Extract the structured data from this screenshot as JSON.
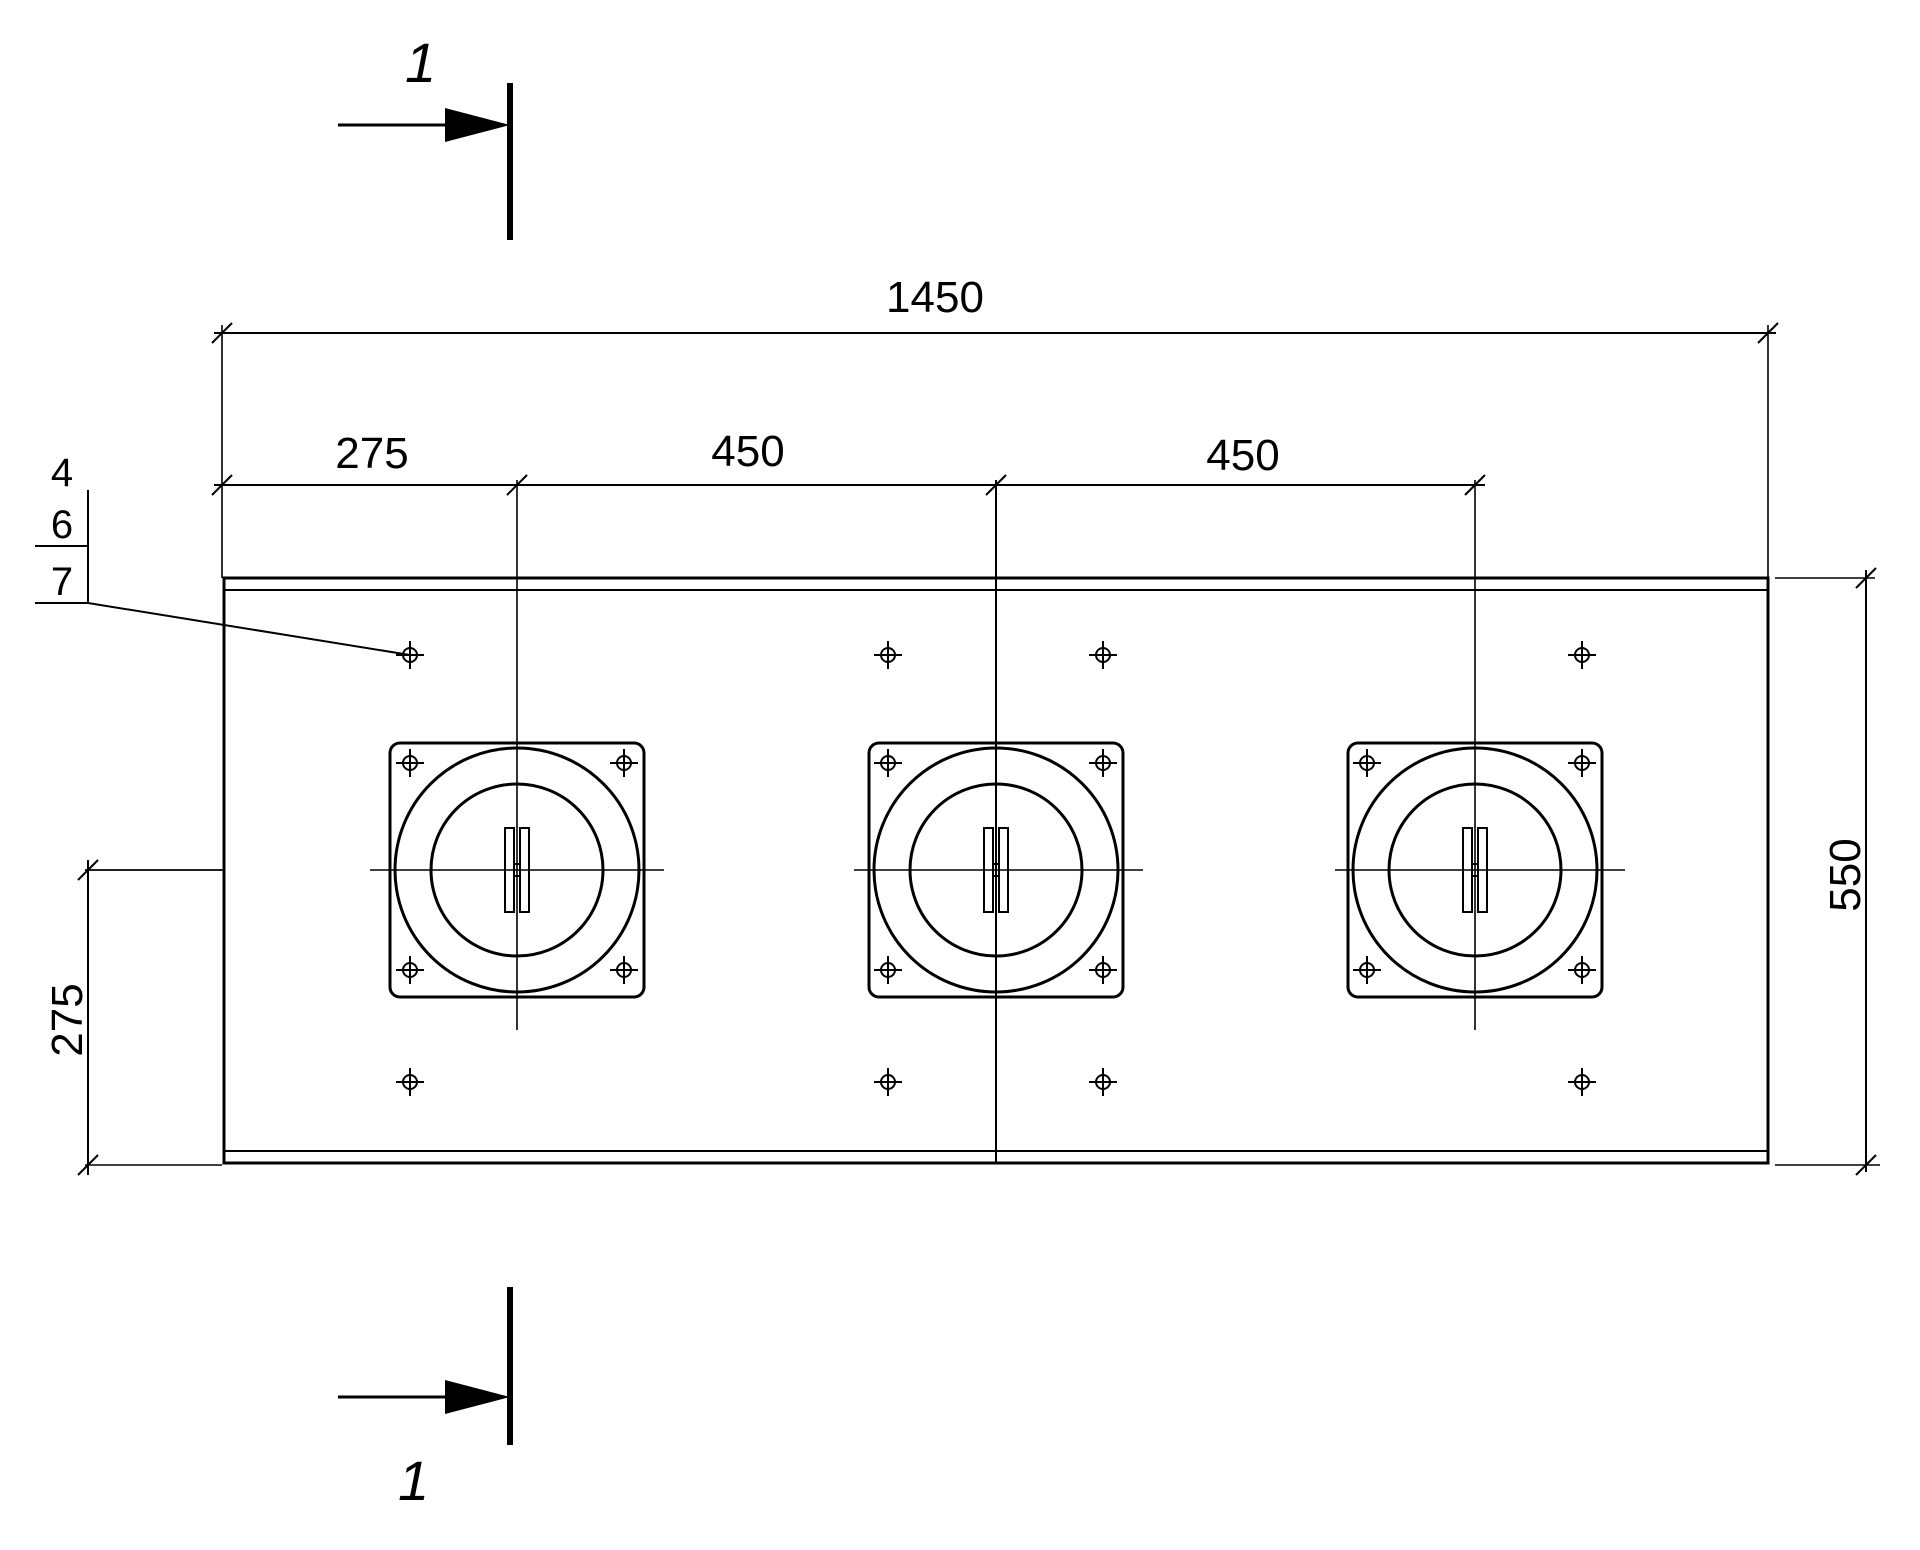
{
  "section": {
    "top_label": "1",
    "bottom_label": "1"
  },
  "dimensions": {
    "overall_width": "1450",
    "offset_left": "275",
    "spacing_1": "450",
    "spacing_2": "450",
    "overall_height": "550",
    "offset_bottom": "275"
  },
  "tags": [
    "4",
    "6",
    "7"
  ],
  "colors": {
    "line": "#000000",
    "background": "#ffffff"
  }
}
